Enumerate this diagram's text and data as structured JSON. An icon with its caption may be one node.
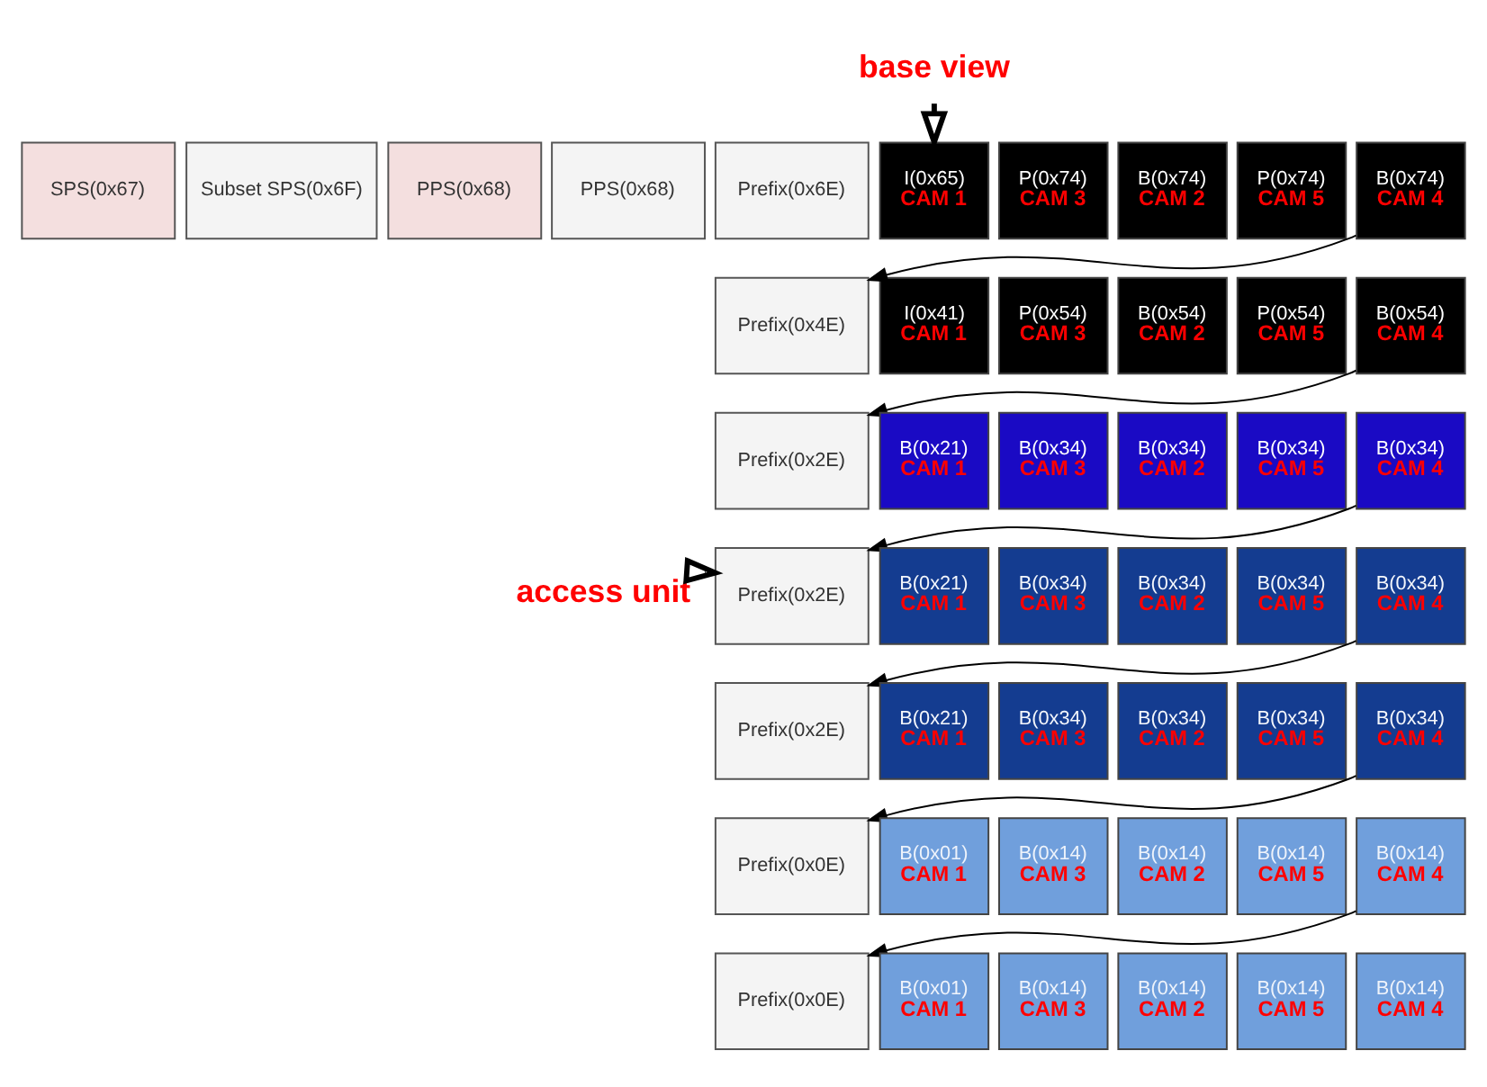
{
  "diagram": {
    "nodes": [
      {
        "text": [
          "base view"
        ]
      },
      {
        "text": [
          "SPS(0x67)"
        ]
      },
      {
        "text": [
          "Subset SPS(0x6F)"
        ]
      },
      {
        "text": [
          "PPS(0x68)"
        ]
      },
      {
        "text": [
          "PPS(0x68)"
        ]
      },
      {
        "text": [
          "Prefix(0x6E)"
        ]
      },
      {
        "text": [
          "I(0x65)",
          "CAM 1"
        ]
      },
      {
        "text": [
          "P(0x74)",
          "CAM 3"
        ]
      },
      {
        "text": [
          "B(0x74)",
          "CAM 2"
        ]
      },
      {
        "text": [
          "P(0x74)",
          "CAM 5"
        ]
      },
      {
        "text": [
          "B(0x74)",
          "CAM 4"
        ]
      },
      {
        "text": [
          "Prefix(0x4E)"
        ]
      },
      {
        "text": [
          "I(0x41)",
          "CAM 1"
        ]
      },
      {
        "text": [
          "P(0x54)",
          "CAM 3"
        ]
      },
      {
        "text": [
          "B(0x54)",
          "CAM 2"
        ]
      },
      {
        "text": [
          "P(0x54)",
          "CAM 5"
        ]
      },
      {
        "text": [
          "B(0x54)",
          "CAM 4"
        ]
      },
      {
        "text": [
          "Prefix(0x2E)"
        ]
      },
      {
        "text": [
          "B(0x21)",
          "CAM 1"
        ]
      },
      {
        "text": [
          "B(0x34)",
          "CAM 3"
        ]
      },
      {
        "text": [
          "B(0x34)",
          "CAM 2"
        ]
      },
      {
        "text": [
          "B(0x34)",
          "CAM 5"
        ]
      },
      {
        "text": [
          "B(0x34)",
          "CAM 4"
        ]
      },
      {
        "text": [
          "access unit"
        ]
      },
      {
        "text": [
          "Prefix(0x2E)"
        ]
      },
      {
        "text": [
          "B(0x21)",
          "CAM 1"
        ]
      },
      {
        "text": [
          "B(0x34)",
          "CAM 3"
        ]
      },
      {
        "text": [
          "B(0x34)",
          "CAM 2"
        ]
      },
      {
        "text": [
          "B(0x34)",
          "CAM 5"
        ]
      },
      {
        "text": [
          "B(0x34)",
          "CAM 4"
        ]
      },
      {
        "text": [
          "Prefix(0x2E)"
        ]
      },
      {
        "text": [
          "B(0x21)",
          "CAM 1"
        ]
      },
      {
        "text": [
          "B(0x34)",
          "CAM 3"
        ]
      },
      {
        "text": [
          "B(0x34)",
          "CAM 2"
        ]
      },
      {
        "text": [
          "B(0x34)",
          "CAM 5"
        ]
      },
      {
        "text": [
          "B(0x34)",
          "CAM 4"
        ]
      },
      {
        "text": [
          "Prefix(0x0E)"
        ]
      },
      {
        "text": [
          "B(0x01)",
          "CAM 1"
        ]
      },
      {
        "text": [
          "B(0x14)",
          "CAM 3"
        ]
      },
      {
        "text": [
          "B(0x14)",
          "CAM 2"
        ]
      },
      {
        "text": [
          "B(0x14)",
          "CAM 5"
        ]
      },
      {
        "text": [
          "B(0x14)",
          "CAM 4"
        ]
      },
      {
        "text": [
          "Prefix(0x0E)"
        ]
      },
      {
        "text": [
          "B(0x01)",
          "CAM 1"
        ]
      },
      {
        "text": [
          "B(0x14)",
          "CAM 3"
        ]
      },
      {
        "text": [
          "B(0x14)",
          "CAM 2"
        ]
      },
      {
        "text": [
          "B(0x14)",
          "CAM 5"
        ]
      },
      {
        "text": [
          "B(0x14)",
          "CAM 4"
        ]
      }
    ],
    "edges": [
      {
        "from": 0,
        "to": 6,
        "arrow": "to",
        "style": "thick"
      },
      {
        "from": 10,
        "to": 11,
        "arrow": "to"
      },
      {
        "from": 16,
        "to": 17,
        "arrow": "to"
      },
      {
        "from": 22,
        "to": 24,
        "arrow": "to"
      },
      {
        "from": 23,
        "to": 24,
        "arrow": "to",
        "style": "thick"
      },
      {
        "from": 29,
        "to": 30,
        "arrow": "to"
      },
      {
        "from": 35,
        "to": 36,
        "arrow": "to"
      },
      {
        "from": 41,
        "to": 42,
        "arrow": "to"
      }
    ]
  }
}
